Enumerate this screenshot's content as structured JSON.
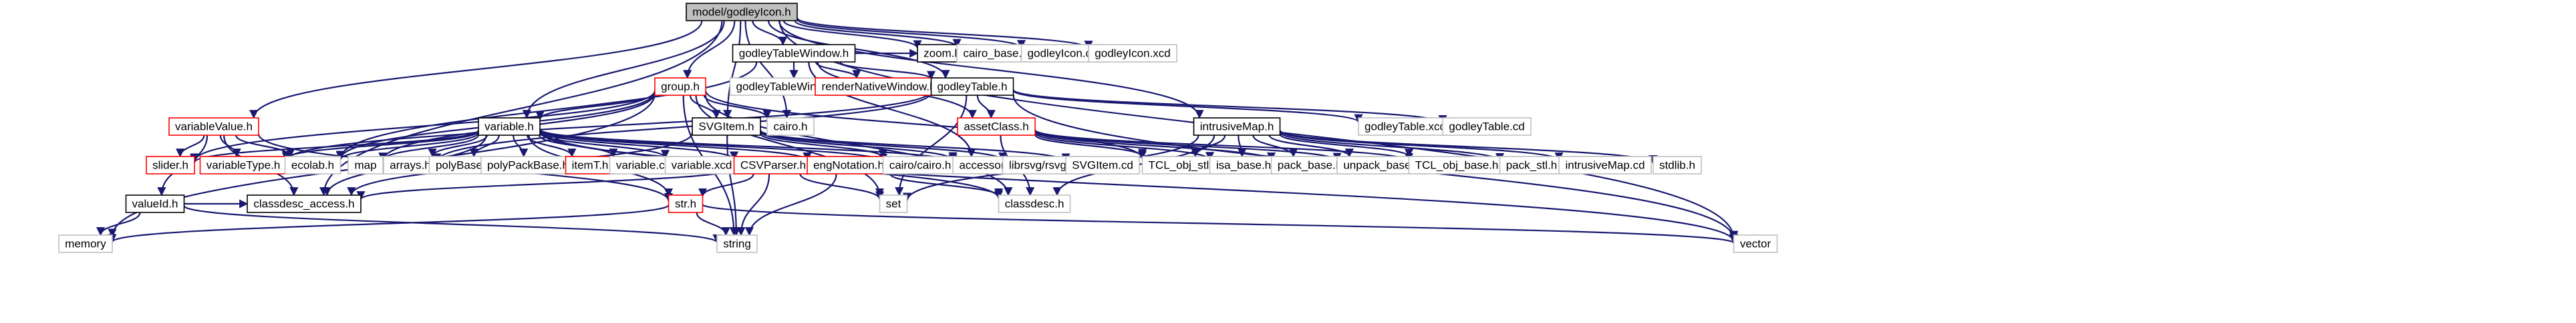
{
  "colors": {
    "edge": "#191970",
    "root_fill": "#bfbfbf",
    "box_fill": "#ffffff",
    "box_stroke": "#000000",
    "linked_stroke": "#ff0000",
    "plain_stroke": "#bfbfbf",
    "text": "#000000"
  },
  "nodes": [
    {
      "id": "godleyicon_h",
      "label": "model/godleyIcon.h",
      "style": "root"
    },
    {
      "id": "godleyTableWindow_h",
      "label": "godleyTableWindow.h",
      "style": "box"
    },
    {
      "id": "zoom_h",
      "label": "zoom.h",
      "style": "box"
    },
    {
      "id": "cairo_base_h",
      "label": "cairo_base.h",
      "style": "plain"
    },
    {
      "id": "godleyicon_cd",
      "label": "godleyIcon.cd",
      "style": "plain"
    },
    {
      "id": "godleyicon_xcd",
      "label": "godleyIcon.xcd",
      "style": "plain"
    },
    {
      "id": "group_h",
      "label": "group.h",
      "style": "linked"
    },
    {
      "id": "gtw_cd",
      "label": "godleyTableWindow.cd",
      "style": "plain"
    },
    {
      "id": "renderNativeWindow_h",
      "label": "renderNativeWindow.h",
      "style": "linked"
    },
    {
      "id": "godleyTable_h",
      "label": "godleyTable.h",
      "style": "box"
    },
    {
      "id": "variableValue_h",
      "label": "variableValue.h",
      "style": "linked"
    },
    {
      "id": "variable_h",
      "label": "variable.h",
      "style": "box"
    },
    {
      "id": "SVGItem_h",
      "label": "SVGItem.h",
      "style": "box"
    },
    {
      "id": "cairo_h",
      "label": "cairo.h",
      "style": "plain"
    },
    {
      "id": "assetClass_h",
      "label": "assetClass.h",
      "style": "linked"
    },
    {
      "id": "intrusiveMap_h",
      "label": "intrusiveMap.h",
      "style": "box"
    },
    {
      "id": "godleyTable_xcd",
      "label": "godleyTable.xcd",
      "style": "plain"
    },
    {
      "id": "godleyTable_cd",
      "label": "godleyTable.cd",
      "style": "plain"
    },
    {
      "id": "slider_h",
      "label": "slider.h",
      "style": "linked"
    },
    {
      "id": "variableType_h",
      "label": "variableType.h",
      "style": "linked"
    },
    {
      "id": "ecolab_h",
      "label": "ecolab.h",
      "style": "plain"
    },
    {
      "id": "map",
      "label": "map",
      "style": "plain"
    },
    {
      "id": "arrays_h",
      "label": "arrays.h",
      "style": "plain"
    },
    {
      "id": "polyBase_h",
      "label": "polyBase.h",
      "style": "plain"
    },
    {
      "id": "polyPackBase_h",
      "label": "polyPackBase.h",
      "style": "plain"
    },
    {
      "id": "itemT_h",
      "label": "itemT.h",
      "style": "linked"
    },
    {
      "id": "variable_cd",
      "label": "variable.cd",
      "style": "plain"
    },
    {
      "id": "variable_xcd",
      "label": "variable.xcd",
      "style": "plain"
    },
    {
      "id": "CSVParser_h",
      "label": "CSVParser.h",
      "style": "linked"
    },
    {
      "id": "engNotation_h",
      "label": "engNotation.h",
      "style": "linked"
    },
    {
      "id": "cairo_cairo_h",
      "label": "cairo/cairo.h",
      "style": "plain"
    },
    {
      "id": "accessor_h",
      "label": "accessor.h",
      "style": "plain"
    },
    {
      "id": "librsvg_h",
      "label": "librsvg/rsvg.h",
      "style": "plain"
    },
    {
      "id": "SVGItem_cd",
      "label": "SVGItem.cd",
      "style": "plain"
    },
    {
      "id": "TCL_obj_stl_h",
      "label": "TCL_obj_stl.h",
      "style": "plain"
    },
    {
      "id": "isa_base_h",
      "label": "isa_base.h",
      "style": "plain"
    },
    {
      "id": "pack_base_h",
      "label": "pack_base.h",
      "style": "plain"
    },
    {
      "id": "unpack_base_h",
      "label": "unpack_base.h",
      "style": "plain"
    },
    {
      "id": "TCL_obj_base_h",
      "label": "TCL_obj_base.h",
      "style": "plain"
    },
    {
      "id": "pack_stl_h",
      "label": "pack_stl.h",
      "style": "plain"
    },
    {
      "id": "intrusiveMap_cd",
      "label": "intrusiveMap.cd",
      "style": "plain"
    },
    {
      "id": "stdlib_h",
      "label": "stdlib.h",
      "style": "plain"
    },
    {
      "id": "valueId_h",
      "label": "valueId.h",
      "style": "box"
    },
    {
      "id": "classdesc_access_h",
      "label": "classdesc_access.h",
      "style": "box"
    },
    {
      "id": "str_h",
      "label": "str.h",
      "style": "linked"
    },
    {
      "id": "set",
      "label": "set",
      "style": "plain"
    },
    {
      "id": "classdesc_h",
      "label": "classdesc.h",
      "style": "plain"
    },
    {
      "id": "memory",
      "label": "memory",
      "style": "plain"
    },
    {
      "id": "string",
      "label": "string",
      "style": "plain"
    },
    {
      "id": "vector",
      "label": "vector",
      "style": "plain"
    }
  ],
  "edges": [
    [
      "godleyicon_h",
      "godleyTableWindow_h"
    ],
    [
      "godleyicon_h",
      "zoom_h"
    ],
    [
      "godleyicon_h",
      "cairo_base_h"
    ],
    [
      "godleyicon_h",
      "godleyicon_cd"
    ],
    [
      "godleyicon_h",
      "godleyicon_xcd"
    ],
    [
      "godleyicon_h",
      "group_h"
    ],
    [
      "godleyicon_h",
      "godleyTable_h"
    ],
    [
      "godleyicon_h",
      "variableValue_h"
    ],
    [
      "godleyicon_h",
      "variable_h"
    ],
    [
      "godleyicon_h",
      "SVGItem_h"
    ],
    [
      "godleyicon_h",
      "cairo_h"
    ],
    [
      "godleyicon_h",
      "intrusiveMap_h"
    ],
    [
      "godleyicon_h",
      "classdesc_access_h"
    ],
    [
      "godleyicon_h",
      "vector"
    ],
    [
      "godleyTableWindow_h",
      "gtw_cd"
    ],
    [
      "godleyTableWindow_h",
      "renderNativeWindow_h"
    ],
    [
      "godleyTableWindow_h",
      "godleyTable_h"
    ],
    [
      "godleyTableWindow_h",
      "zoom_h"
    ],
    [
      "godleyTableWindow_h",
      "assetClass_h"
    ],
    [
      "godleyTableWindow_h",
      "accessor_h"
    ],
    [
      "godleyTableWindow_h",
      "ecolab_h"
    ],
    [
      "group_h",
      "variable_h"
    ],
    [
      "group_h",
      "SVGItem_h"
    ],
    [
      "group_h",
      "cairo_h"
    ],
    [
      "group_h",
      "ecolab_h"
    ],
    [
      "group_h",
      "slider_h"
    ],
    [
      "group_h",
      "map"
    ],
    [
      "group_h",
      "set"
    ],
    [
      "group_h",
      "string"
    ],
    [
      "group_h",
      "classdesc_h"
    ],
    [
      "group_h",
      "TCL_obj_stl_h"
    ],
    [
      "group_h",
      "memory"
    ],
    [
      "godleyTable_h",
      "assetClass_h"
    ],
    [
      "godleyTable_h",
      "godleyTable_xcd"
    ],
    [
      "godleyTable_h",
      "godleyTable_cd"
    ],
    [
      "godleyTable_h",
      "variableType_h"
    ],
    [
      "godleyTable_h",
      "set"
    ],
    [
      "godleyTable_h",
      "vector"
    ],
    [
      "godleyTable_h",
      "arrays_h"
    ],
    [
      "variableValue_h",
      "variableType_h"
    ],
    [
      "variableValue_h",
      "ecolab_h"
    ],
    [
      "variableValue_h",
      "valueId_h"
    ],
    [
      "variableValue_h",
      "classdesc_access_h"
    ],
    [
      "variableValue_h",
      "str_h"
    ],
    [
      "variableValue_h",
      "slider_h"
    ],
    [
      "variable_h",
      "slider_h"
    ],
    [
      "variable_h",
      "variableType_h"
    ],
    [
      "variable_h",
      "ecolab_h"
    ],
    [
      "variable_h",
      "map"
    ],
    [
      "variable_h",
      "arrays_h"
    ],
    [
      "variable_h",
      "polyBase_h"
    ],
    [
      "variable_h",
      "polyPackBase_h"
    ],
    [
      "variable_h",
      "itemT_h"
    ],
    [
      "variable_h",
      "variable_cd"
    ],
    [
      "variable_h",
      "variable_xcd"
    ],
    [
      "variable_h",
      "CSVParser_h"
    ],
    [
      "variable_h",
      "engNotation_h"
    ],
    [
      "variable_h",
      "cairo_cairo_h"
    ],
    [
      "variable_h",
      "accessor_h"
    ],
    [
      "variable_h",
      "classdesc_access_h"
    ],
    [
      "variable_h",
      "str_h"
    ],
    [
      "variable_h",
      "vector"
    ],
    [
      "variable_h",
      "classdesc_h"
    ],
    [
      "SVGItem_h",
      "cairo_cairo_h"
    ],
    [
      "SVGItem_h",
      "librsvg_h"
    ],
    [
      "SVGItem_h",
      "SVGItem_cd"
    ],
    [
      "SVGItem_h",
      "string"
    ],
    [
      "SVGItem_h",
      "classdesc_access_h"
    ],
    [
      "SVGItem_h",
      "accessor_h"
    ],
    [
      "assetClass_h",
      "isa_base_h"
    ],
    [
      "assetClass_h",
      "pack_base_h"
    ],
    [
      "assetClass_h",
      "unpack_base_h"
    ],
    [
      "assetClass_h",
      "TCL_obj_base_h"
    ],
    [
      "assetClass_h",
      "classdesc_h"
    ],
    [
      "assetClass_h",
      "TCL_obj_stl_h"
    ],
    [
      "intrusiveMap_h",
      "TCL_obj_stl_h"
    ],
    [
      "intrusiveMap_h",
      "isa_base_h"
    ],
    [
      "intrusiveMap_h",
      "pack_base_h"
    ],
    [
      "intrusiveMap_h",
      "unpack_base_h"
    ],
    [
      "intrusiveMap_h",
      "TCL_obj_base_h"
    ],
    [
      "intrusiveMap_h",
      "pack_stl_h"
    ],
    [
      "intrusiveMap_h",
      "intrusiveMap_cd"
    ],
    [
      "intrusiveMap_h",
      "stdlib_h"
    ],
    [
      "intrusiveMap_h",
      "set"
    ],
    [
      "intrusiveMap_h",
      "classdesc_h"
    ],
    [
      "CSVParser_h",
      "str_h"
    ],
    [
      "CSVParser_h",
      "classdesc_access_h"
    ],
    [
      "CSVParser_h",
      "string"
    ],
    [
      "CSVParser_h",
      "set"
    ],
    [
      "engNotation_h",
      "string"
    ],
    [
      "engNotation_h",
      "classdesc_h"
    ],
    [
      "valueId_h",
      "classdesc_access_h"
    ],
    [
      "valueId_h",
      "string"
    ],
    [
      "valueId_h",
      "memory"
    ],
    [
      "str_h",
      "string"
    ],
    [
      "str_h",
      "memory"
    ],
    [
      "str_h",
      "vector"
    ]
  ]
}
